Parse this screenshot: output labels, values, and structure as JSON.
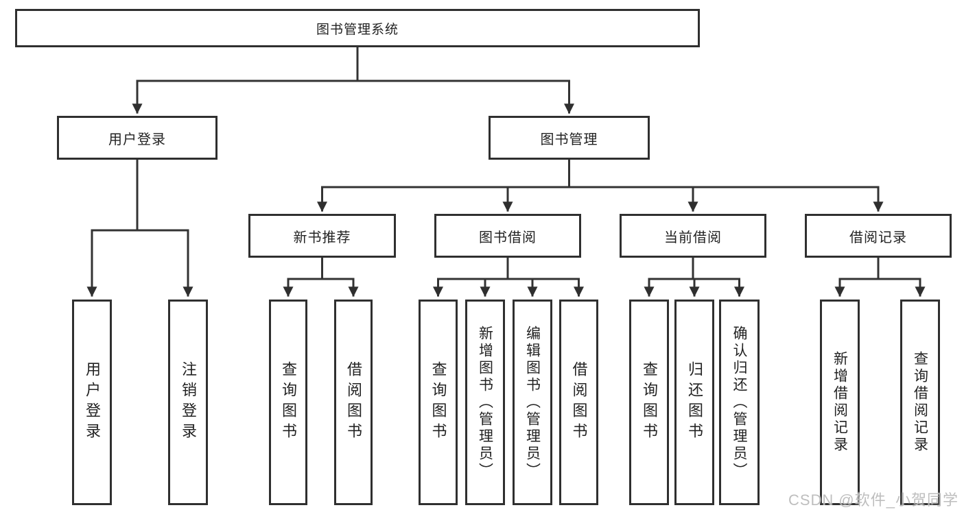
{
  "colors": {
    "line": "#333333",
    "box_border": "#2f2f2f",
    "text": "#222222",
    "watermark": "#b7b7b7",
    "background": "#ffffff"
  },
  "watermark": {
    "text": "CSDN @软件_小贺同学"
  },
  "tree": {
    "root": {
      "label": "图书管理系统"
    },
    "branches": [
      {
        "label": "用户登录",
        "children": [
          {
            "label": "用户登录"
          },
          {
            "label": "注销登录"
          }
        ]
      },
      {
        "label": "图书管理",
        "children": [
          {
            "label": "新书推荐",
            "children": [
              {
                "label": "查询图书"
              },
              {
                "label": "借阅图书"
              }
            ]
          },
          {
            "label": "图书借阅",
            "children": [
              {
                "label": "查询图书"
              },
              {
                "label": "新增图书（管理员）"
              },
              {
                "label": "编辑图书（管理员）"
              },
              {
                "label": "借阅图书"
              }
            ]
          },
          {
            "label": "当前借阅",
            "children": [
              {
                "label": "查询图书"
              },
              {
                "label": "归还图书"
              },
              {
                "label": "确认归还（管理员）"
              }
            ]
          },
          {
            "label": "借阅记录",
            "children": [
              {
                "label": "新增借阅记录"
              },
              {
                "label": "查询借阅记录"
              }
            ]
          }
        ]
      }
    ]
  }
}
